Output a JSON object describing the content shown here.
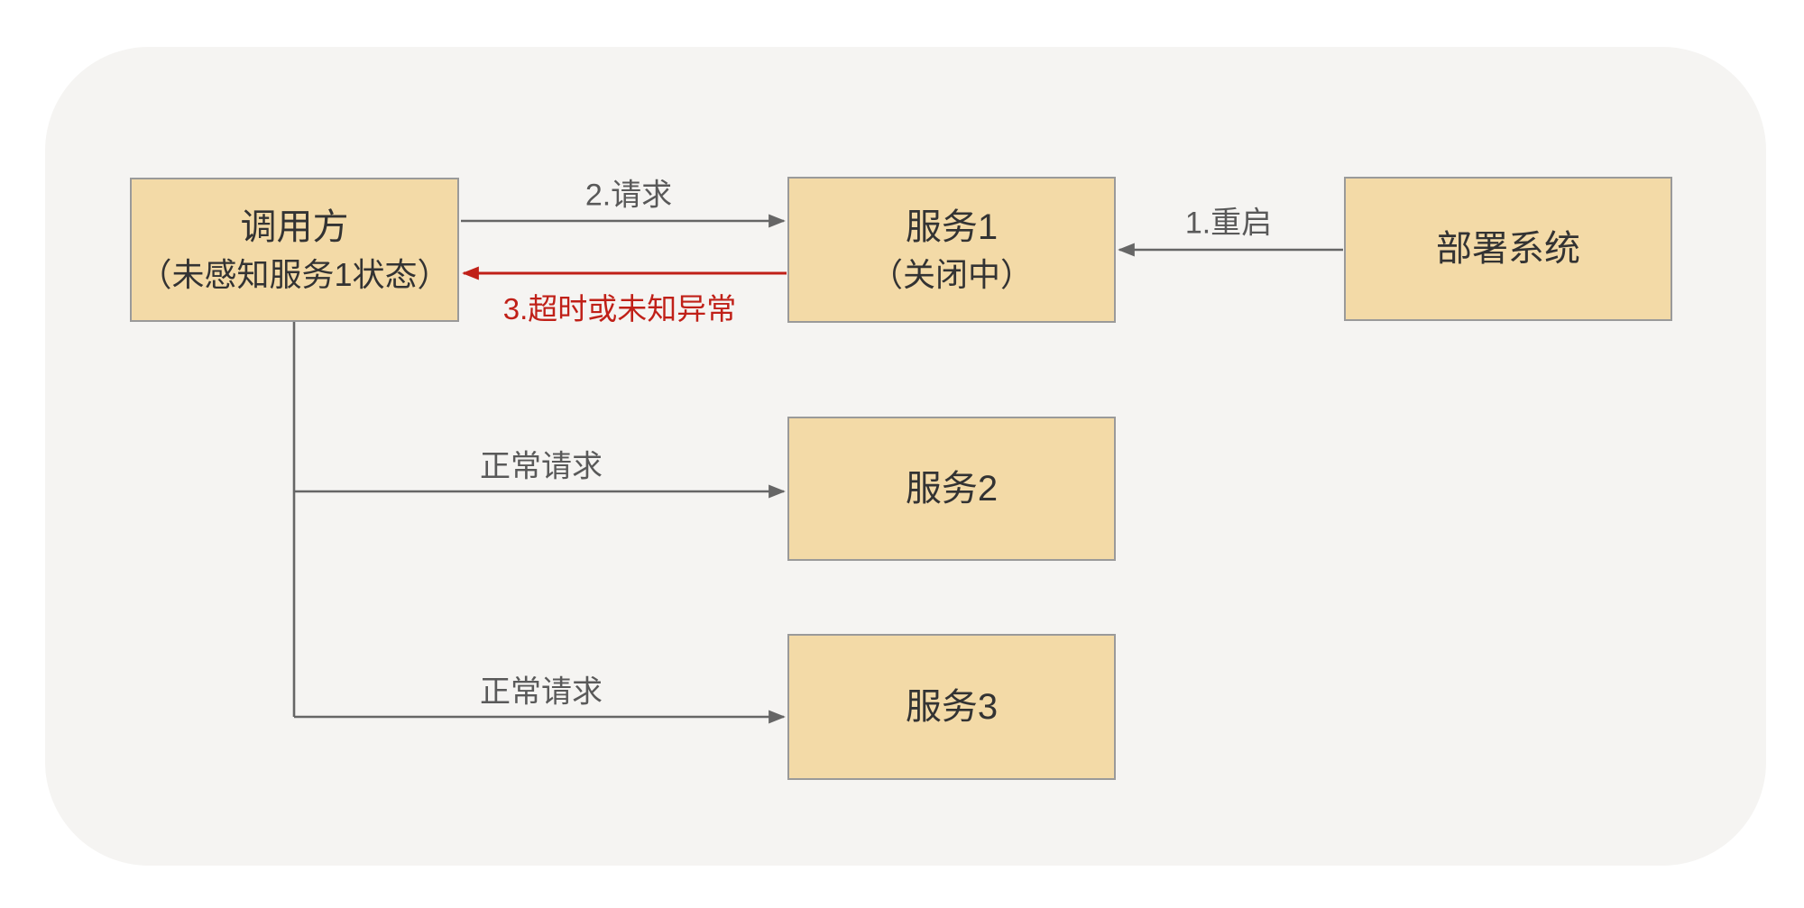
{
  "diagram": {
    "nodes": {
      "caller": {
        "line1": "调用方",
        "line2": "（未感知服务1状态）"
      },
      "service1": {
        "line1": "服务1",
        "line2": "（关闭中）"
      },
      "deploy_system": {
        "label": "部署系统"
      },
      "service2": {
        "label": "服务2"
      },
      "service3": {
        "label": "服务3"
      }
    },
    "edges": {
      "restart": {
        "label": "1.重启"
      },
      "request": {
        "label": "2.请求"
      },
      "timeout": {
        "label": "3.超时或未知异常"
      },
      "normal_request_2": {
        "label": "正常请求"
      },
      "normal_request_3": {
        "label": "正常请求"
      }
    },
    "colors": {
      "page_bg": "#ffffff",
      "panel_bg": "#f5f4f2",
      "node_fill": "#f3daa7",
      "node_border": "#9a9a9a",
      "node_text": "#333333",
      "edge_gray": "#666666",
      "label_gray": "#595959",
      "edge_red": "#c02018"
    }
  }
}
